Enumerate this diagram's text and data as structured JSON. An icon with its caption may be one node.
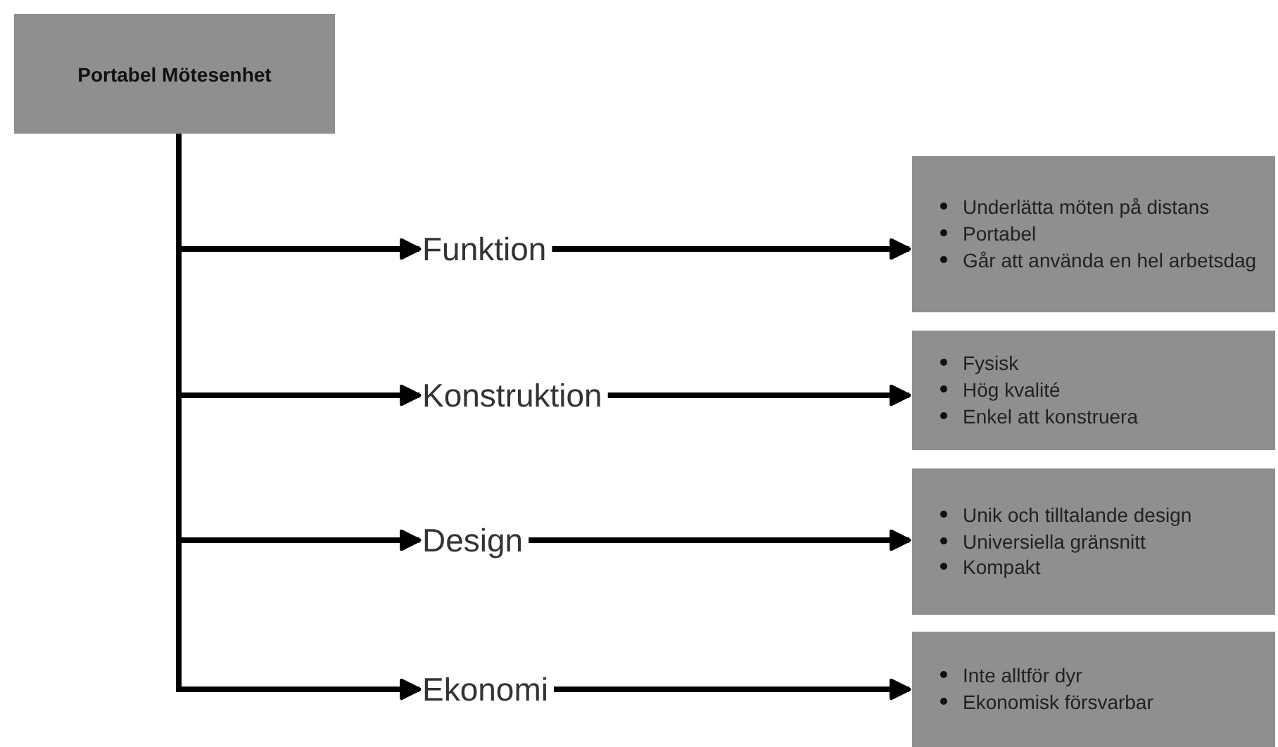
{
  "diagram": {
    "nodes": [
      {
        "text": [
          "Portabel Mötesenhet"
        ]
      },
      {
        "text": [
          "Funktion"
        ]
      },
      {
        "text": [
          "Konstruktion"
        ]
      },
      {
        "text": [
          "Design"
        ]
      },
      {
        "text": [
          "Ekonomi"
        ]
      },
      {
        "text": [
          "Underlätta möten på distans",
          "Portabel",
          "Går att använda en hel arbetsdag"
        ]
      },
      {
        "text": [
          "Fysisk",
          "Hög kvalité",
          "Enkel att konstruera"
        ]
      },
      {
        "text": [
          "Unik och tilltalande design",
          "Universiella gränsnitt",
          "Kompakt"
        ]
      },
      {
        "text": [
          "Inte alltför dyr",
          "Ekonomisk försvarbar"
        ]
      }
    ],
    "edges": [
      {
        "from": 0,
        "to": 1,
        "arrow": "to"
      },
      {
        "from": 0,
        "to": 2,
        "arrow": "to"
      },
      {
        "from": 0,
        "to": 3,
        "arrow": "to"
      },
      {
        "from": 0,
        "to": 4,
        "arrow": "to"
      },
      {
        "from": 1,
        "to": 5,
        "arrow": "to"
      },
      {
        "from": 2,
        "to": 6,
        "arrow": "to"
      },
      {
        "from": 3,
        "to": 7,
        "arrow": "to"
      },
      {
        "from": 4,
        "to": 8,
        "arrow": "to"
      }
    ]
  }
}
